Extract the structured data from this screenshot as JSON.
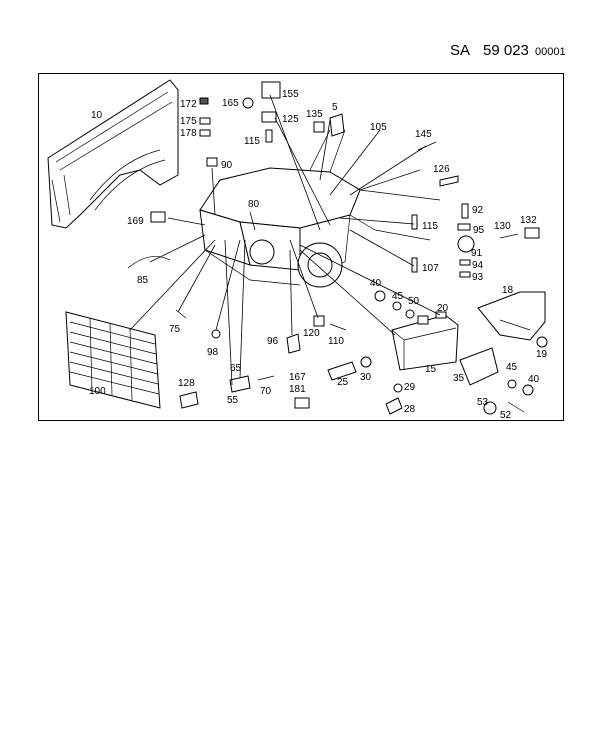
{
  "header": {
    "code": "SA",
    "group": "59 023",
    "page": "00001"
  },
  "diagram": {
    "labels": [
      "10",
      "172",
      "165",
      "155",
      "175",
      "178",
      "135",
      "5",
      "125",
      "115",
      "105",
      "145",
      "90",
      "126",
      "92",
      "95",
      "91",
      "94",
      "93",
      "80",
      "169",
      "115",
      "130",
      "132",
      "85",
      "107",
      "40",
      "45",
      "50",
      "20",
      "18",
      "75",
      "120",
      "110",
      "96",
      "98",
      "15",
      "19",
      "100",
      "65",
      "25",
      "30",
      "35",
      "45",
      "40",
      "128",
      "70",
      "167",
      "181",
      "29",
      "55",
      "53",
      "28",
      "52"
    ]
  }
}
